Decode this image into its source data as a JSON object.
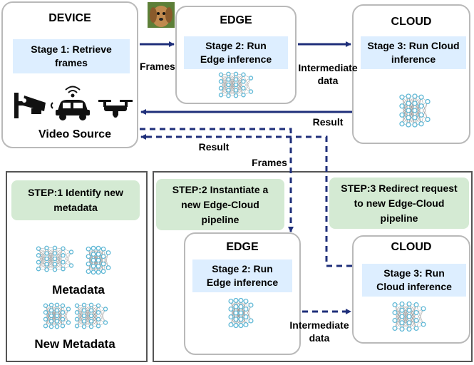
{
  "top": {
    "device": {
      "title": "DEVICE",
      "stage": "Stage 1: Retrieve\nframes",
      "caption": "Video Source",
      "icons": [
        "security-camera-icon",
        "autonomous-car-icon",
        "drone-icon"
      ]
    },
    "edge": {
      "title": "EDGE",
      "stage": "Stage 2: Run\nEdge  inference",
      "icon": "dog-photo"
    },
    "cloud": {
      "title": "CLOUD",
      "stage": "Stage 3: Run Cloud\ninference"
    },
    "arrow_labels": {
      "frames": "Frames",
      "intermediate": "Intermediate\ndata",
      "result": "Result"
    }
  },
  "left_panel": {
    "step": "STEP:1 Identify new\nmetadata",
    "metadata_label": "Metadata",
    "new_metadata_label": "New Metadata"
  },
  "right_panel": {
    "step2": "STEP:2 Instantiate a\nnew  Edge-Cloud\npipeline",
    "step3": "STEP:3 Redirect request\nto new Edge-Cloud\npipeline",
    "edge": {
      "title": "EDGE",
      "stage": "Stage 2: Run\nEdge  inference"
    },
    "cloud": {
      "title": "CLOUD",
      "stage": "Stage 3: Run\nCloud  inference"
    },
    "intermediate": "Intermediate\ndata"
  },
  "dashed_labels": {
    "result": "Result",
    "frames": "Frames"
  },
  "colors": {
    "arrow": "#1f2f7a",
    "stage_bg": "#ddeeff",
    "step_bg": "#d4ead3",
    "node": "#5fb8d6",
    "box_border": "#b9b9b9"
  }
}
